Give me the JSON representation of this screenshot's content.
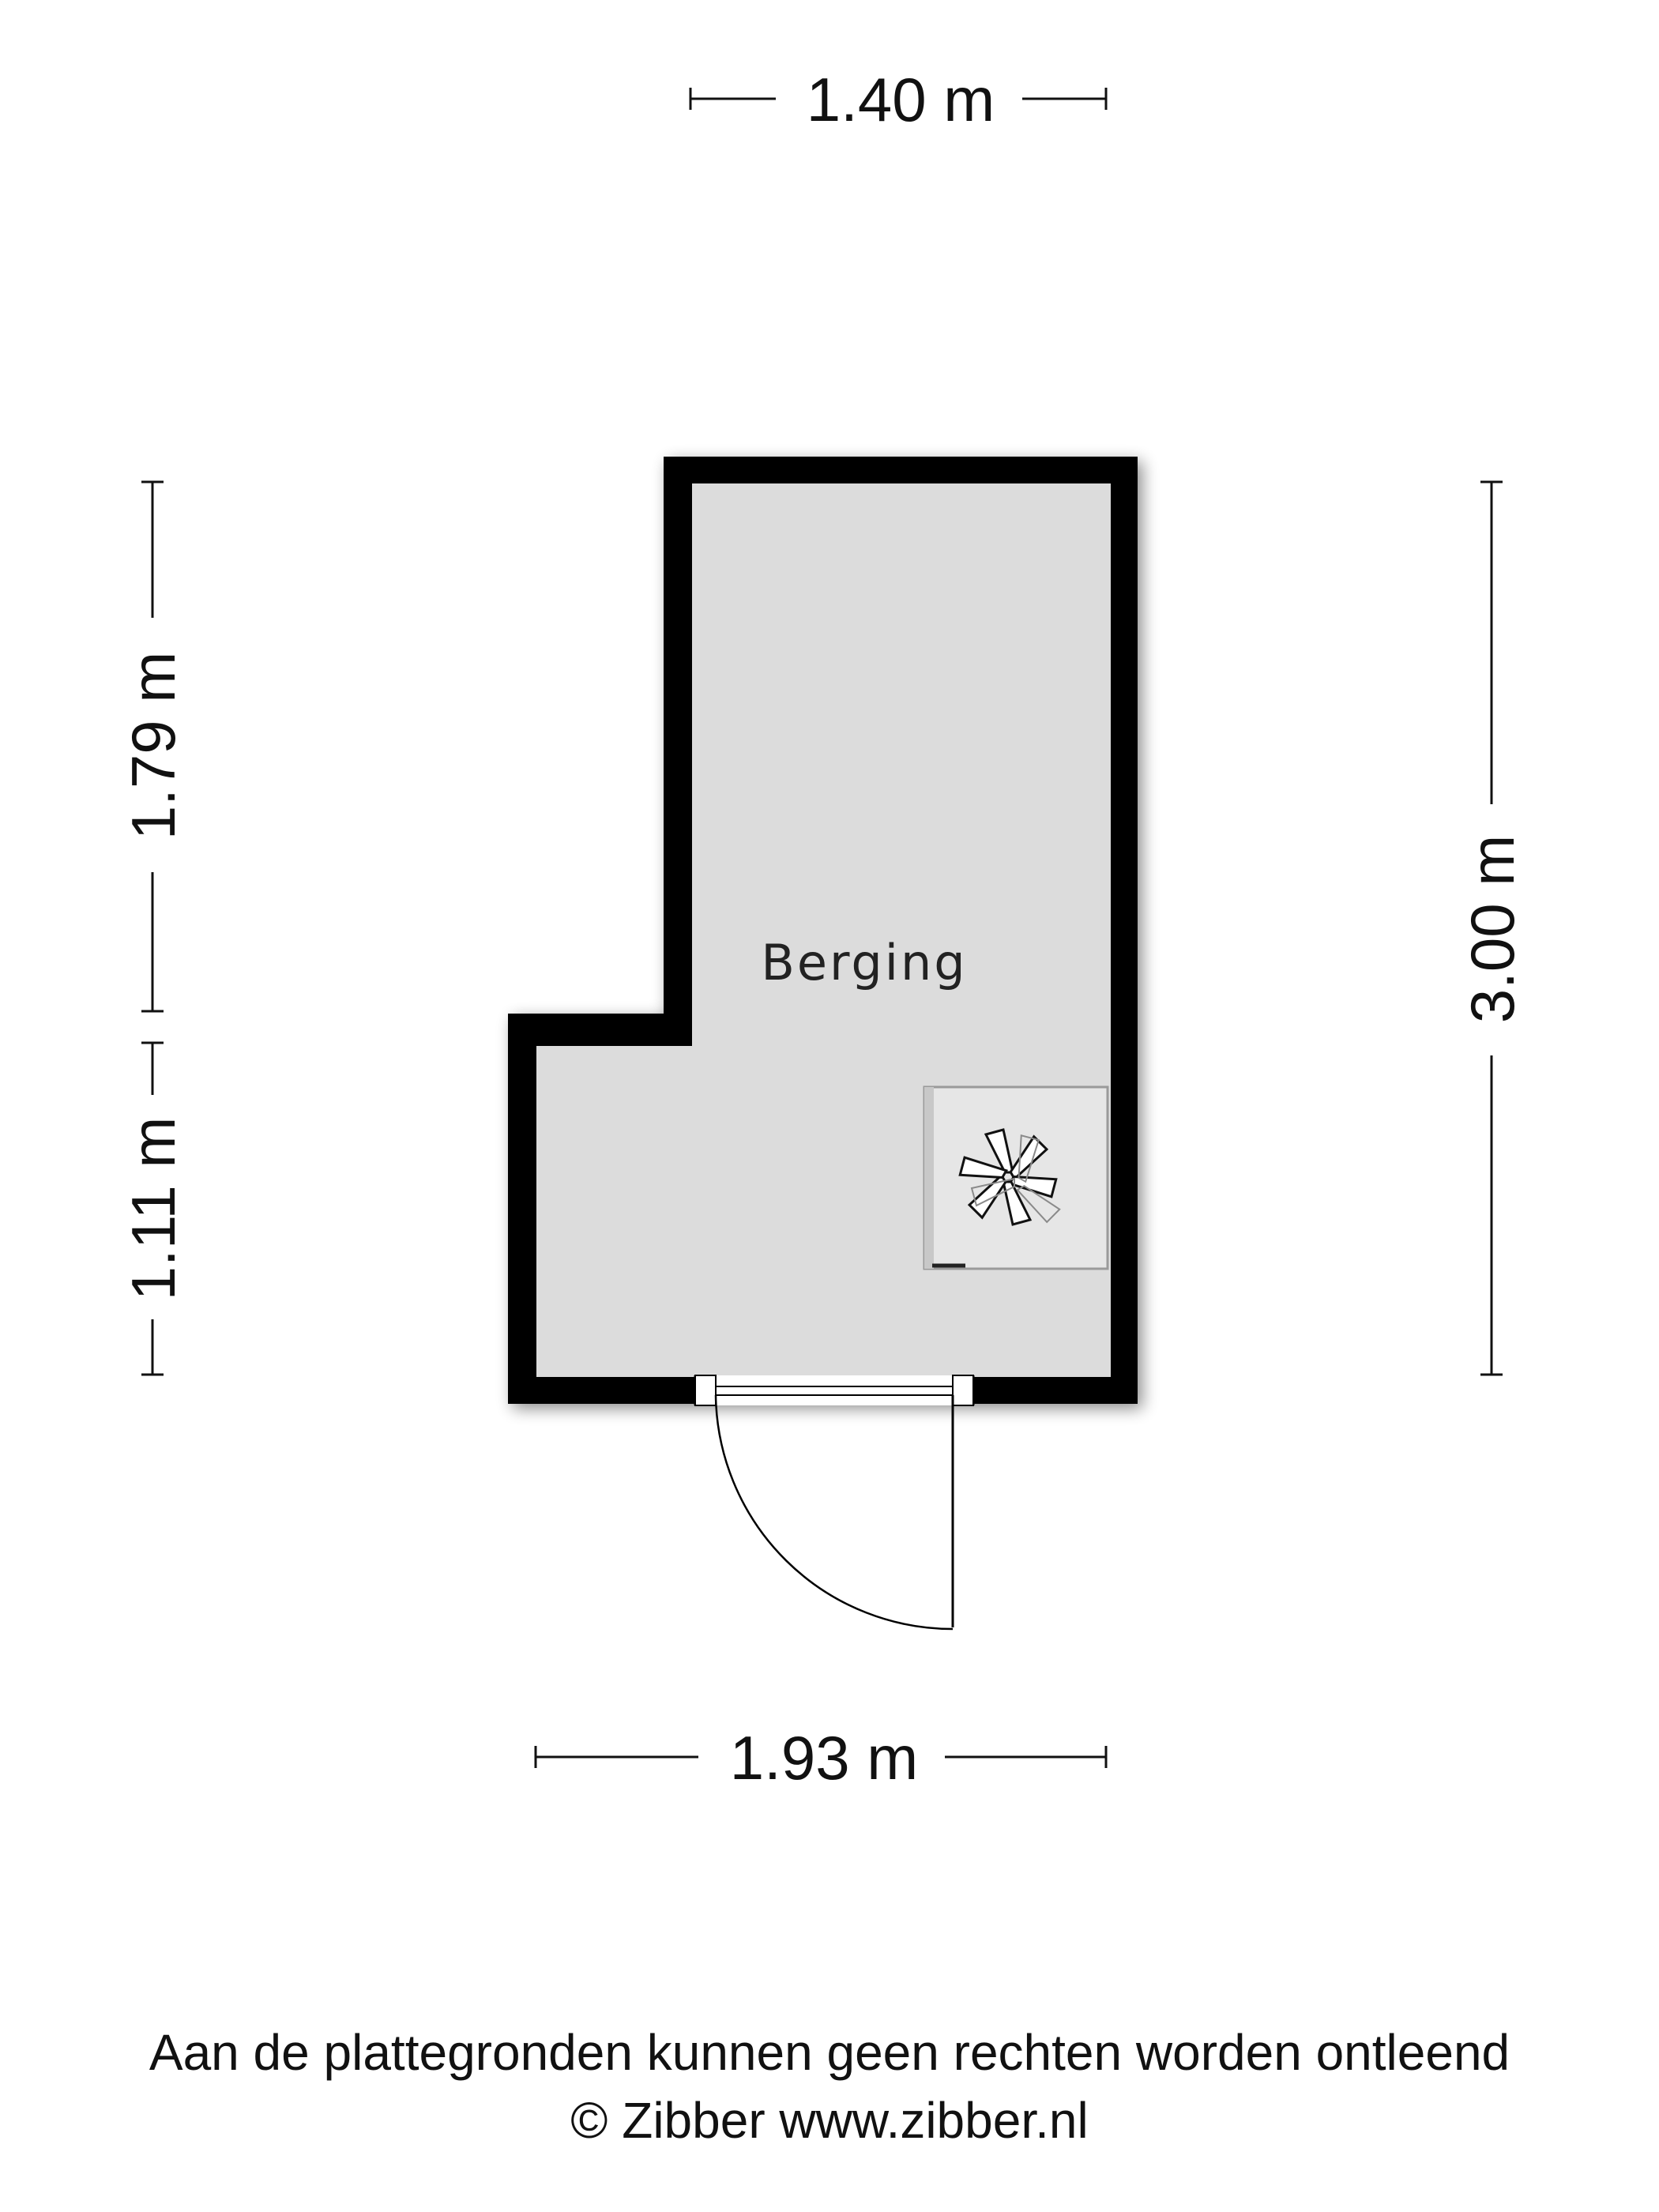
{
  "floorplan": {
    "room": {
      "name": "Berging",
      "fill": "#dcdcdc"
    },
    "wall_color": "#000000",
    "dimensions": {
      "top_width": "1.40 m",
      "bottom_width": "1.93 m",
      "left_upper": "1.79 m",
      "left_lower": "1.11 m",
      "right_total": "3.00 m"
    },
    "fixtures": [
      "boiler-unit",
      "ventilation-fan"
    ]
  },
  "footer": {
    "disclaimer": "Aan de plattegronden kunnen geen rechten worden ontleend",
    "copyright": "© Zibber www.zibber.nl"
  }
}
